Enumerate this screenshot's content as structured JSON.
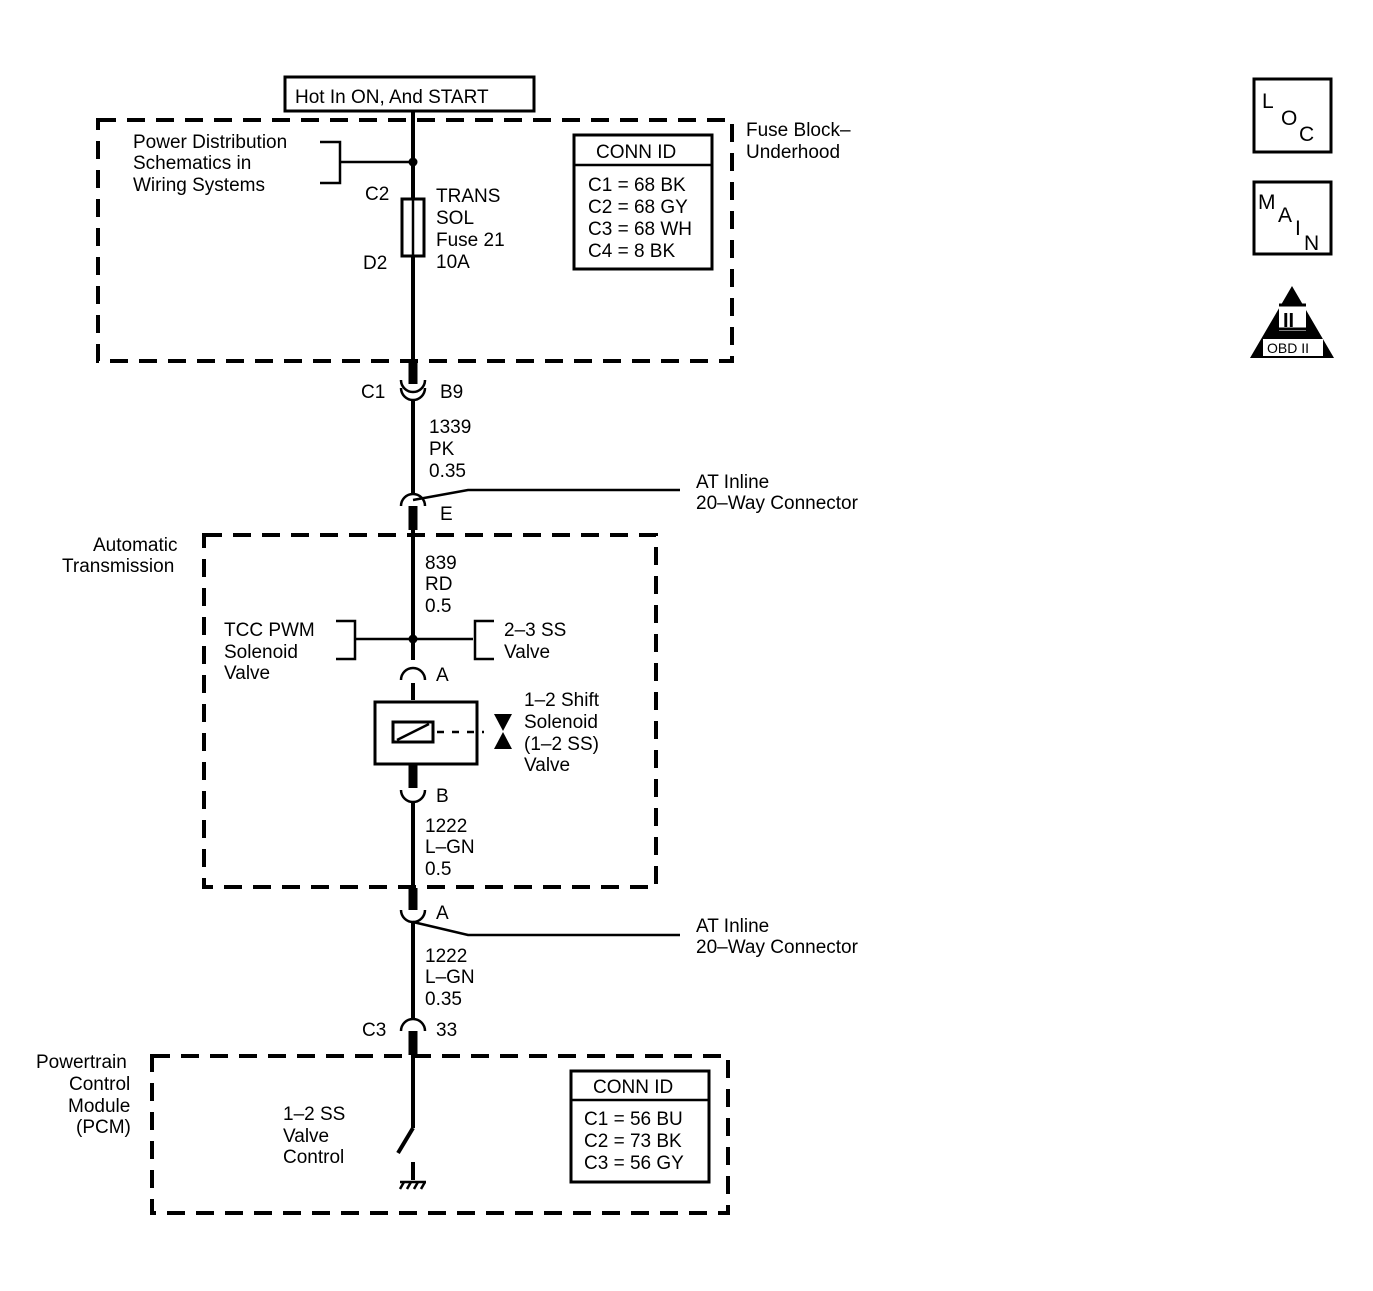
{
  "power_source": "Hot In ON, And START",
  "fuse_block": {
    "label_line1": "Fuse Block–",
    "label_line2": "Underhood",
    "power_dist_line1": "Power Distribution",
    "power_dist_line2": "Schematics in",
    "power_dist_line3": "Wiring Systems",
    "fuse_top_pin": "C2",
    "fuse_bottom_pin": "D2",
    "fuse_line1": "TRANS",
    "fuse_line2": "SOL",
    "fuse_line3": "Fuse 21",
    "fuse_line4": "10A",
    "conn_title": "CONN ID",
    "conn_rows": [
      "C1 = 68 BK",
      "C2 = 68 GY",
      "C3 = 68 WH",
      "C4 = 8 BK"
    ]
  },
  "connector_c1": {
    "left": "C1",
    "right": "B9"
  },
  "wire_1339": {
    "circuit": "1339",
    "color": "PK",
    "gauge": "0.35"
  },
  "inline_top": {
    "line1": "AT Inline",
    "line2": "20–Way Connector",
    "pin": "E"
  },
  "transmission": {
    "label_line1": "Automatic",
    "label_line2": "Transmission",
    "wire_circuit": "839",
    "wire_color": "RD",
    "wire_gauge": "0.5",
    "tcc_line1": "TCC PWM",
    "tcc_line2": "Solenoid",
    "tcc_line3": "Valve",
    "ss23_line1": "2–3 SS",
    "ss23_line2": "Valve",
    "pin_a": "A",
    "pin_b": "B",
    "solenoid_line1": "1–2 Shift",
    "solenoid_line2": "Solenoid",
    "solenoid_line3": "(1–2 SS)",
    "solenoid_line4": "Valve",
    "wire2_circuit": "1222",
    "wire2_color": "L–GN",
    "wire2_gauge": "0.5"
  },
  "inline_bottom": {
    "line1": "AT Inline",
    "line2": "20–Way Connector",
    "pin": "A"
  },
  "wire_1222": {
    "circuit": "1222",
    "color": "L–GN",
    "gauge": "0.35"
  },
  "connector_c3": {
    "left": "C3",
    "right": "33"
  },
  "pcm": {
    "label_line1": "Powertrain",
    "label_line2": "Control",
    "label_line3": "Module",
    "label_line4": "(PCM)",
    "control_line1": "1–2 SS",
    "control_line2": "Valve",
    "control_line3": "Control",
    "conn_title": "CONN ID",
    "conn_rows": [
      "C1 = 56 BU",
      "C2 = 73 BK",
      "C3 = 56 GY"
    ]
  },
  "icons": {
    "loc": {
      "l": "L",
      "o": "O",
      "c": "C"
    },
    "main": {
      "m": "M",
      "a": "A",
      "i": "I",
      "n": "N"
    },
    "obd": {
      "numeral": "II",
      "label": "OBD II"
    }
  }
}
